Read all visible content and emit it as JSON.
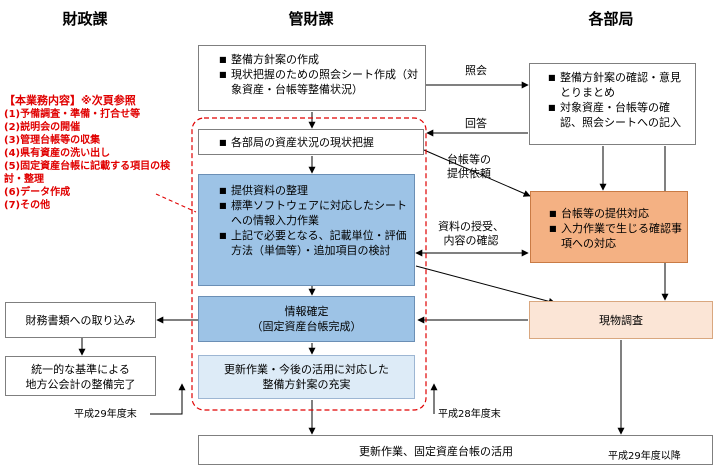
{
  "headers": {
    "zaisei": "財政課",
    "kanzai": "管財課",
    "kakubu": "各部局"
  },
  "boxes": {
    "policy": [
      "整備方針案の作成",
      "現状把握のための照会シート作成（対象資産・台帳等整備状況）"
    ],
    "dept_review": [
      "整備方針案の確認・意見とりまとめ",
      "対象資産・台帳等の確認、照会シートへの記入"
    ],
    "grasp": "各部局の資産状況の現状把握",
    "process": [
      "提供資料の整理",
      "標準ソフトウェアに対応したシートへの情報入力作業",
      "上記で必要となる、記載単位・評価方法（単価等）・追加項目の検討"
    ],
    "dept_support": [
      "台帳等の提供対応",
      "入力作業で生じる確認事項への対応"
    ],
    "finalize": [
      "情報確定",
      "（固定資産台帳完成）"
    ],
    "update_policy": [
      "更新作業・今後の活用に対応した",
      "整備方針案の充実"
    ],
    "fin_docs": "財務書類への取り込み",
    "uniform": [
      "統一的な基準による",
      "地方公会計の整備完了"
    ],
    "field_survey": "現物調査",
    "bottom": "更新作業、固定資産台帳の活用"
  },
  "labels": {
    "inquiry": "照会",
    "answer": "回答",
    "ledger_req": [
      "台帳等の",
      "提供依頼"
    ],
    "exchange": [
      "資料の授受、",
      "内容の確認"
    ],
    "h29": "平成29年度末",
    "h28": "平成28年度末",
    "h29_after": "平成29年度以降"
  },
  "note": {
    "title": "【本業務内容】※次頁参照",
    "items": [
      "(1)予備調査・準備・打合せ等",
      "(2)説明会の開催",
      "(3)管理台帳等の収集",
      "(4)県有資産の洗い出し",
      "(5)固定資産台帳に記載する項目の検討・整理",
      "(6)データ作成",
      "(7)その他"
    ]
  },
  "colors": {
    "blue": "#9dc3e6",
    "lightblue": "#ddebf7",
    "orange": "#f4b183",
    "peach": "#fbe5d6",
    "red": "#e00000"
  }
}
